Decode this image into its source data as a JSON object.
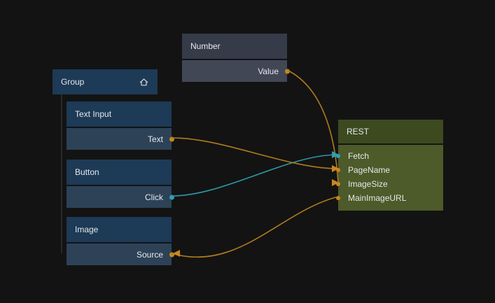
{
  "canvas": {
    "background": "#131313"
  },
  "colors": {
    "wire_orange": "#b07c1b",
    "wire_teal": "#2f97ab",
    "port_orange": "#c8881f",
    "port_teal": "#2fa0b4",
    "node_blue_header": "#1d3a56",
    "node_blue_row": "#2d4257",
    "node_gray_header": "#363b49",
    "node_gray_row": "#424756",
    "node_green_header": "#3d4a20",
    "node_green_body": "#4d5a29"
  },
  "nodes": {
    "number": {
      "title": "Number",
      "outputs": [
        {
          "label": "Value"
        }
      ]
    },
    "group": {
      "title": "Group",
      "icon": "home-icon"
    },
    "text_input": {
      "title": "Text Input",
      "outputs": [
        {
          "label": "Text"
        }
      ]
    },
    "button": {
      "title": "Button",
      "outputs": [
        {
          "label": "Click"
        }
      ]
    },
    "image": {
      "title": "Image",
      "inputs": [
        {
          "label": "Source"
        }
      ]
    },
    "rest": {
      "title": "REST",
      "inputs": [
        {
          "label": "Fetch"
        },
        {
          "label": "PageName"
        },
        {
          "label": "ImageSize"
        },
        {
          "label": "MainImageURL"
        }
      ]
    }
  },
  "connections": [
    {
      "from": "Button.Click",
      "to": "REST.Fetch",
      "color": "teal"
    },
    {
      "from": "Text Input.Text",
      "to": "REST.PageName",
      "color": "orange"
    },
    {
      "from": "Number.Value",
      "to": "REST.ImageSize",
      "color": "orange"
    },
    {
      "from": "REST.MainImageURL",
      "to": "Image.Source",
      "color": "orange"
    }
  ]
}
